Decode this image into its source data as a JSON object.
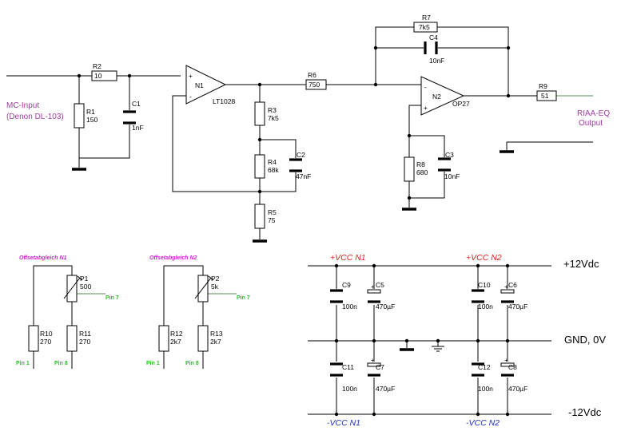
{
  "input_label": [
    "MC-Input",
    "(Denon DL-103)"
  ],
  "output_label": [
    "RIAA-EQ",
    "Output"
  ],
  "opamps": [
    {
      "ref": "N1",
      "part": "LT1028",
      "plus": "+",
      "minus": "-"
    },
    {
      "ref": "N2",
      "part": "OP27",
      "plus": "+",
      "minus": "-"
    }
  ],
  "resistors": [
    {
      "ref": "R1",
      "value": "150"
    },
    {
      "ref": "R2",
      "value": "10"
    },
    {
      "ref": "R3",
      "value": "7k5"
    },
    {
      "ref": "R4",
      "value": "68k"
    },
    {
      "ref": "R5",
      "value": "75"
    },
    {
      "ref": "R6",
      "value": "750"
    },
    {
      "ref": "R7",
      "value": "7k5"
    },
    {
      "ref": "R8",
      "value": "680"
    },
    {
      "ref": "R9",
      "value": "51"
    },
    {
      "ref": "R10",
      "value": "270"
    },
    {
      "ref": "R11",
      "value": "270"
    },
    {
      "ref": "R12",
      "value": "2k7"
    },
    {
      "ref": "R13",
      "value": "2k7"
    }
  ],
  "capacitors": [
    {
      "ref": "C1",
      "value": "1nF"
    },
    {
      "ref": "C2",
      "value": "47nF"
    },
    {
      "ref": "C3",
      "value": "10nF"
    },
    {
      "ref": "C4",
      "value": "10nF"
    },
    {
      "ref": "C5",
      "value": "470µF"
    },
    {
      "ref": "C6",
      "value": "470µF"
    },
    {
      "ref": "C7",
      "value": "470µF"
    },
    {
      "ref": "C8",
      "value": "470µF"
    },
    {
      "ref": "C9",
      "value": "100n"
    },
    {
      "ref": "C10",
      "value": "100n"
    },
    {
      "ref": "C11",
      "value": "100n"
    },
    {
      "ref": "C12",
      "value": "100n"
    }
  ],
  "pots": [
    {
      "ref": "P1",
      "value": "500"
    },
    {
      "ref": "P2",
      "value": "5k"
    }
  ],
  "offset_labels": [
    "Offsetabgleich N1",
    "Offsetabgleich N2"
  ],
  "pins": {
    "pin1": "Pin 1",
    "pin7": "Pin 7",
    "pin8": "Pin 8"
  },
  "rails": {
    "pos": "+12Vdc",
    "gnd": "GND, 0V",
    "neg": "-12Vdc",
    "vcc_n1_pos": "+VCC N1",
    "vcc_n2_pos": "+VCC N2",
    "vcc_n1_neg": "-VCC N1",
    "vcc_n2_neg": "-VCC N2"
  },
  "colors": {
    "input_output_text": "#a03ca0",
    "offset_text": "#d21ed2",
    "pin_text": "#22c322",
    "vcc_pos_text": "#e02020",
    "vcc_neg_text": "#2030c8",
    "output_wire": "#5a8a5a"
  }
}
